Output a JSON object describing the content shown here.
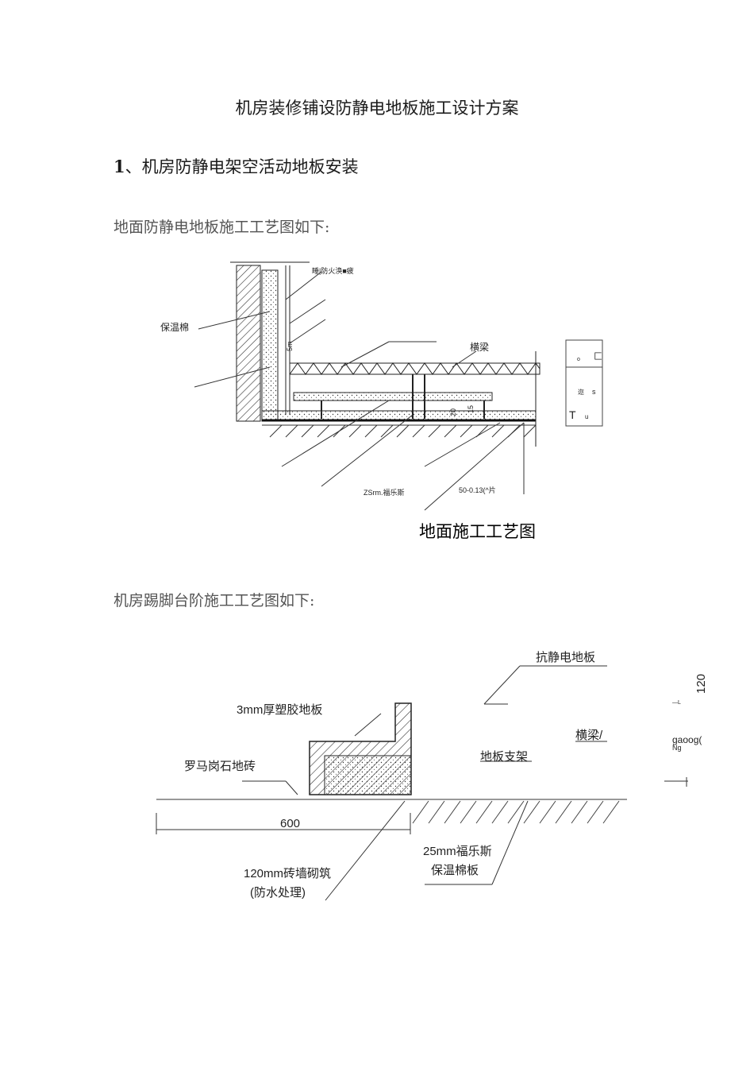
{
  "doc": {
    "title": "机房装修铺设防静电地板施工设计方案",
    "section1_num": "1",
    "section1_text": "、机房防静电架空活动地板安装",
    "para1": "地面防静电地板施工工艺图如下:",
    "para2": "机房踢脚台阶施工工艺图如下:"
  },
  "figure1": {
    "caption": "地面施工工艺图",
    "labels": {
      "fireproof": "睡|防火涣■疲",
      "insulation": "保温棉",
      "beam": "横梁",
      "dim_5m": "5m",
      "dim_20": "20",
      "dim_15": "15",
      "fuleshi": "ZSrm.福乐斯",
      "spec": "50-0.13(^片",
      "side_c": "匚",
      "side_o": "o",
      "side_s": "s",
      "side_t": "T",
      "side_u": "u",
      "side_jiao": "迩"
    }
  },
  "figure2": {
    "labels": {
      "antistatic": "抗静电地板",
      "dim_120": "120",
      "plastic": "3mm厚塑胶地板",
      "beam": "横梁/",
      "gaoog": "gaoog(",
      "ng": "Ng",
      "bracket": "地板支架",
      "granite": "罗马岗石地砖",
      "dim_600": "600",
      "brick_1": "120mm砖墙砌筑",
      "brick_2": "(防水处理)",
      "fuleshi_1": "25mm福乐斯",
      "fuleshi_2": "保温棉板",
      "mark_small": "—L"
    }
  }
}
